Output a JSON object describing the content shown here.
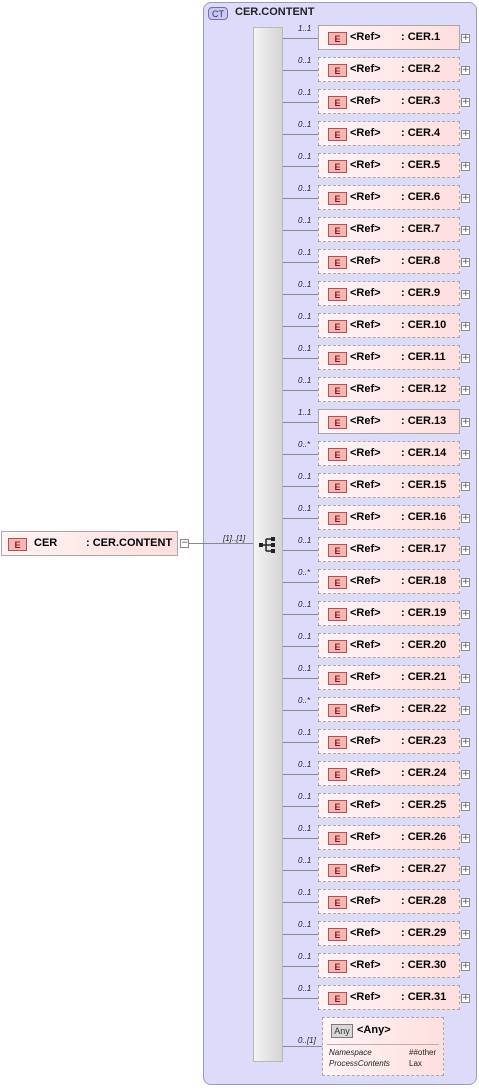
{
  "complex_type": {
    "badge": "CT",
    "name": "CER.CONTENT"
  },
  "root_element": {
    "badge": "E",
    "name": "CER",
    "type": ": CER.CONTENT",
    "multiplicity": "[1]..[1]"
  },
  "expander_symbol": "+",
  "children": [
    {
      "badge": "E",
      "ref": "<Ref>",
      "type": ": CER.1",
      "multiplicity": "1..1"
    },
    {
      "badge": "E",
      "ref": "<Ref>",
      "type": ": CER.2",
      "multiplicity": "0..1"
    },
    {
      "badge": "E",
      "ref": "<Ref>",
      "type": ": CER.3",
      "multiplicity": "0..1"
    },
    {
      "badge": "E",
      "ref": "<Ref>",
      "type": ": CER.4",
      "multiplicity": "0..1"
    },
    {
      "badge": "E",
      "ref": "<Ref>",
      "type": ": CER.5",
      "multiplicity": "0..1"
    },
    {
      "badge": "E",
      "ref": "<Ref>",
      "type": ": CER.6",
      "multiplicity": "0..1"
    },
    {
      "badge": "E",
      "ref": "<Ref>",
      "type": ": CER.7",
      "multiplicity": "0..1"
    },
    {
      "badge": "E",
      "ref": "<Ref>",
      "type": ": CER.8",
      "multiplicity": "0..1"
    },
    {
      "badge": "E",
      "ref": "<Ref>",
      "type": ": CER.9",
      "multiplicity": "0..1"
    },
    {
      "badge": "E",
      "ref": "<Ref>",
      "type": ": CER.10",
      "multiplicity": "0..1"
    },
    {
      "badge": "E",
      "ref": "<Ref>",
      "type": ": CER.11",
      "multiplicity": "0..1"
    },
    {
      "badge": "E",
      "ref": "<Ref>",
      "type": ": CER.12",
      "multiplicity": "0..1"
    },
    {
      "badge": "E",
      "ref": "<Ref>",
      "type": ": CER.13",
      "multiplicity": "1..1"
    },
    {
      "badge": "E",
      "ref": "<Ref>",
      "type": ": CER.14",
      "multiplicity": "0..*"
    },
    {
      "badge": "E",
      "ref": "<Ref>",
      "type": ": CER.15",
      "multiplicity": "0..1"
    },
    {
      "badge": "E",
      "ref": "<Ref>",
      "type": ": CER.16",
      "multiplicity": "0..1"
    },
    {
      "badge": "E",
      "ref": "<Ref>",
      "type": ": CER.17",
      "multiplicity": "0..1"
    },
    {
      "badge": "E",
      "ref": "<Ref>",
      "type": ": CER.18",
      "multiplicity": "0..*"
    },
    {
      "badge": "E",
      "ref": "<Ref>",
      "type": ": CER.19",
      "multiplicity": "0..1"
    },
    {
      "badge": "E",
      "ref": "<Ref>",
      "type": ": CER.20",
      "multiplicity": "0..1"
    },
    {
      "badge": "E",
      "ref": "<Ref>",
      "type": ": CER.21",
      "multiplicity": "0..1"
    },
    {
      "badge": "E",
      "ref": "<Ref>",
      "type": ": CER.22",
      "multiplicity": "0..*"
    },
    {
      "badge": "E",
      "ref": "<Ref>",
      "type": ": CER.23",
      "multiplicity": "0..1"
    },
    {
      "badge": "E",
      "ref": "<Ref>",
      "type": ": CER.24",
      "multiplicity": "0..1"
    },
    {
      "badge": "E",
      "ref": "<Ref>",
      "type": ": CER.25",
      "multiplicity": "0..1"
    },
    {
      "badge": "E",
      "ref": "<Ref>",
      "type": ": CER.26",
      "multiplicity": "0..1"
    },
    {
      "badge": "E",
      "ref": "<Ref>",
      "type": ": CER.27",
      "multiplicity": "0..1"
    },
    {
      "badge": "E",
      "ref": "<Ref>",
      "type": ": CER.28",
      "multiplicity": "0..1"
    },
    {
      "badge": "E",
      "ref": "<Ref>",
      "type": ": CER.29",
      "multiplicity": "0..1"
    },
    {
      "badge": "E",
      "ref": "<Ref>",
      "type": ": CER.30",
      "multiplicity": "0..1"
    },
    {
      "badge": "E",
      "ref": "<Ref>",
      "type": ": CER.31",
      "multiplicity": "0..1"
    }
  ],
  "any": {
    "badge": "Any",
    "label": "<Any>",
    "multiplicity": "0..[1]",
    "namespace_label": "Namespace",
    "namespace_value": "##other",
    "process_label": "ProcessContents",
    "process_value": "Lax"
  }
}
